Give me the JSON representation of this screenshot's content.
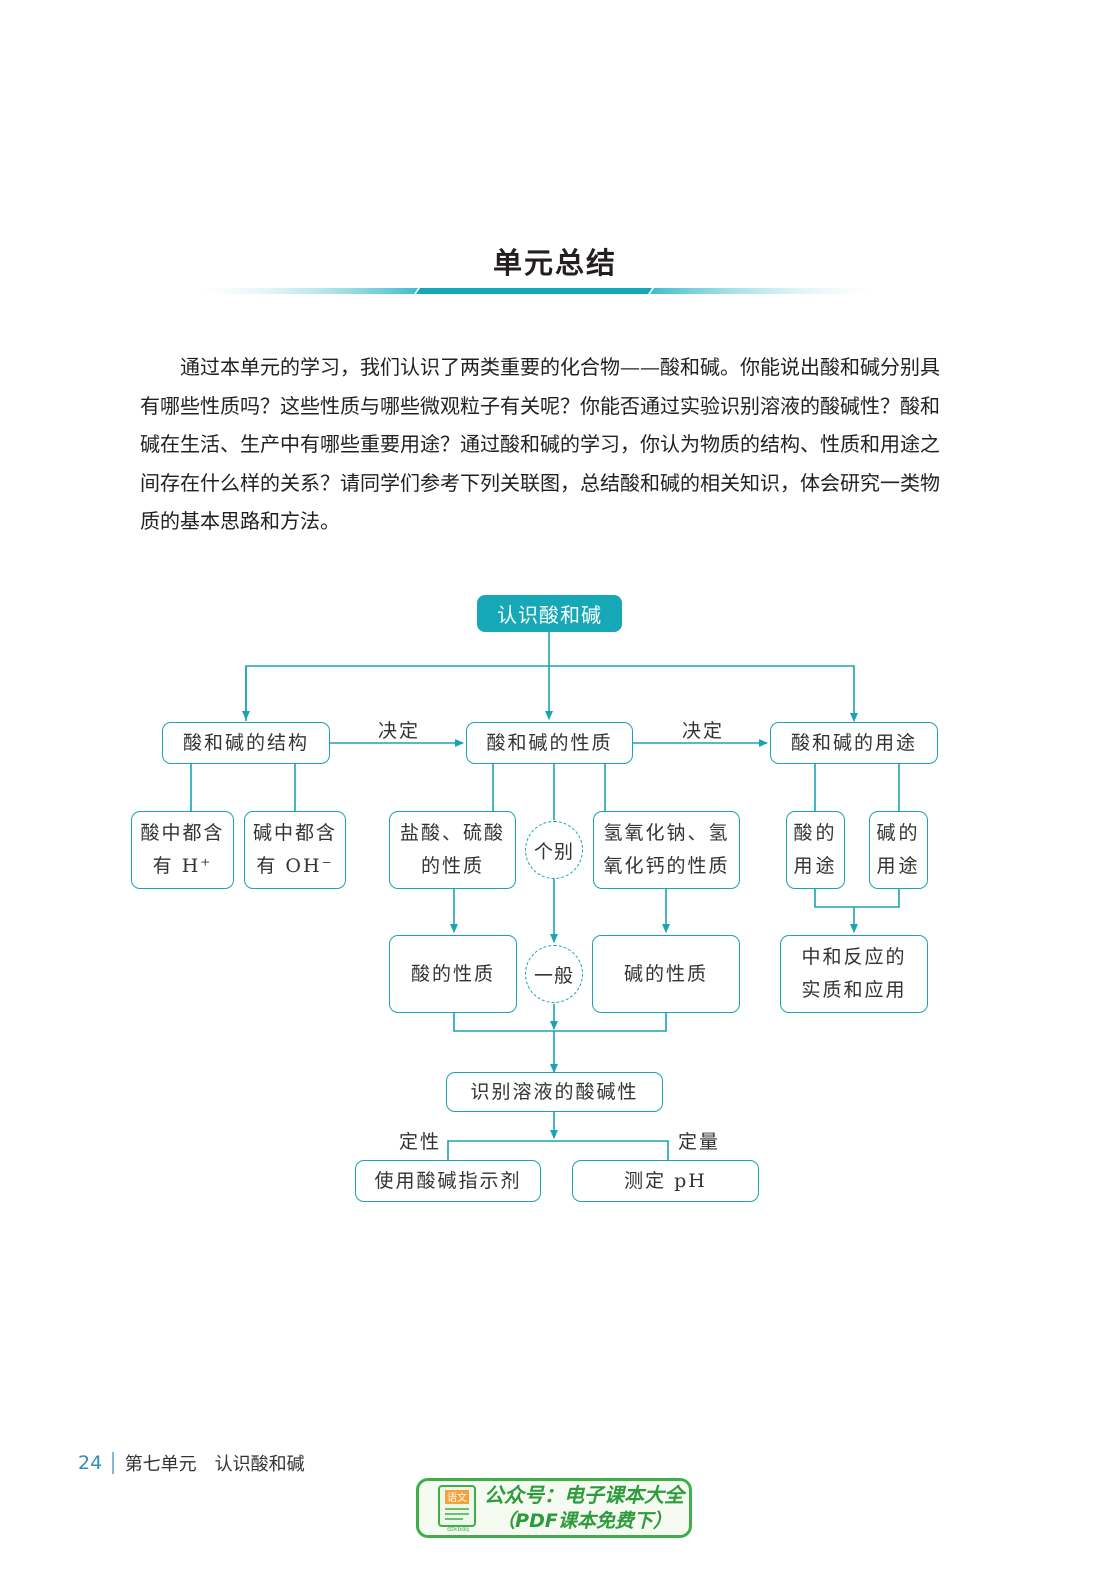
{
  "title": "单元总结",
  "intro": "通过本单元的学习，我们认识了两类重要的化合物——酸和碱。你能说出酸和碱分别具有哪些性质吗？这些性质与哪些微观粒子有关呢？你能否通过实验识别溶液的酸碱性？酸和碱在生活、生产中有哪些重要用途？通过酸和碱的学习，你认为物质的结构、性质和用途之间存在什么样的关系？请同学们参考下列关联图，总结酸和碱的相关知识，体会研究一类物质的基本思路和方法。",
  "diagram": {
    "root": "认识酸和碱",
    "structure": "酸和碱的结构",
    "property": "酸和碱的性质",
    "use": "酸和碱的用途",
    "decide1": "决定",
    "decide2": "决定",
    "acid_ion_line1": "酸中都含",
    "acid_ion_line2": "有 H⁺",
    "base_ion_line1": "碱中都含",
    "base_ion_line2": "有 OH⁻",
    "hcl_line1": "盐酸、硫酸",
    "hcl_line2": "的性质",
    "specific": "个别",
    "naoh_line1": "氢氧化钠、氢",
    "naoh_line2": "氧化钙的性质",
    "acid_use_line1": "酸的",
    "acid_use_line2": "用途",
    "base_use_line1": "碱的",
    "base_use_line2": "用途",
    "acid_property": "酸的性质",
    "general": "一般",
    "base_property": "碱的性质",
    "neutral_line1": "中和反应的",
    "neutral_line2": "实质和应用",
    "identify": "识别溶液的酸碱性",
    "qualitative": "定性",
    "quantitative": "定量",
    "indicator": "使用酸碱指示剂",
    "ph": "测定 pH"
  },
  "footer": {
    "page_number": "24",
    "chapter": "第七单元　认识酸和碱"
  },
  "badge": {
    "line1": "公众号：电子课本大全",
    "line2": "（PDF课本免费下）",
    "icon_text": "语文",
    "icon_sub": "dzkbdq",
    "icon": "book-icon"
  },
  "colors": {
    "accent": "#1ba3b3",
    "root_fill": "#16a8b6",
    "badge_green": "#3fae49"
  }
}
